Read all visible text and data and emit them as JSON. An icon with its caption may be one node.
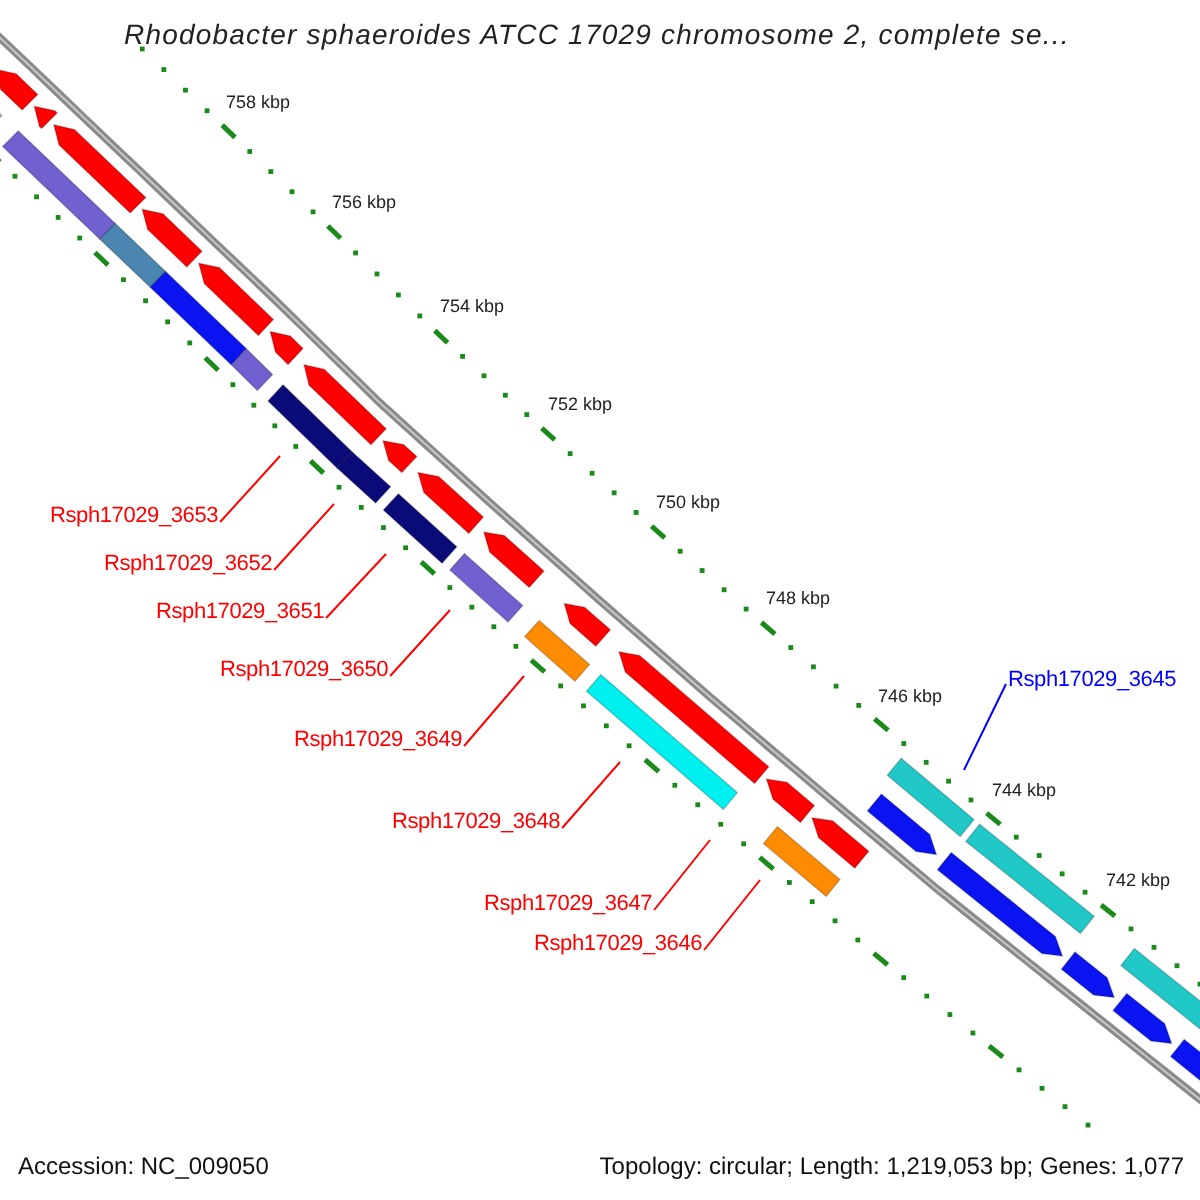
{
  "diagram": {
    "title": "Rhodobacter sphaeroides ATCC 17029 chromosome 2, complete se...",
    "nodes": [
      {
        "text": [
          "Rsph17029_3653"
        ]
      },
      {
        "text": [
          "Rsph17029_3652"
        ]
      },
      {
        "text": [
          "Rsph17029_3651"
        ]
      },
      {
        "text": [
          "Rsph17029_3650"
        ]
      },
      {
        "text": [
          "Rsph17029_3649"
        ]
      },
      {
        "text": [
          "Rsph17029_3648"
        ]
      },
      {
        "text": [
          "Rsph17029_3647"
        ]
      },
      {
        "text": [
          "Rsph17029_3646"
        ]
      },
      {
        "text": [
          "Rsph17029_3645"
        ]
      }
    ],
    "edges": [
      {
        "from": 0,
        "to": null,
        "arrow": "none"
      },
      {
        "from": 1,
        "to": null,
        "arrow": "none"
      },
      {
        "from": 2,
        "to": null,
        "arrow": "none"
      },
      {
        "from": 3,
        "to": null,
        "arrow": "none"
      },
      {
        "from": 4,
        "to": null,
        "arrow": "none"
      },
      {
        "from": 5,
        "to": null,
        "arrow": "none"
      },
      {
        "from": 6,
        "to": null,
        "arrow": "none"
      },
      {
        "from": 7,
        "to": null,
        "arrow": "none"
      },
      {
        "from": 8,
        "to": null,
        "arrow": "none",
        "color": "#0000ff"
      }
    ],
    "labels": [
      "758 kbp",
      "756 kbp",
      "754 kbp",
      "752 kbp",
      "750 kbp",
      "748 kbp",
      "746 kbp",
      "744 kbp",
      "742 kbp",
      "Accession: NC_009050",
      "Topology: circular; Length: 1,219,053 bp; Genes: 1,077"
    ]
  }
}
